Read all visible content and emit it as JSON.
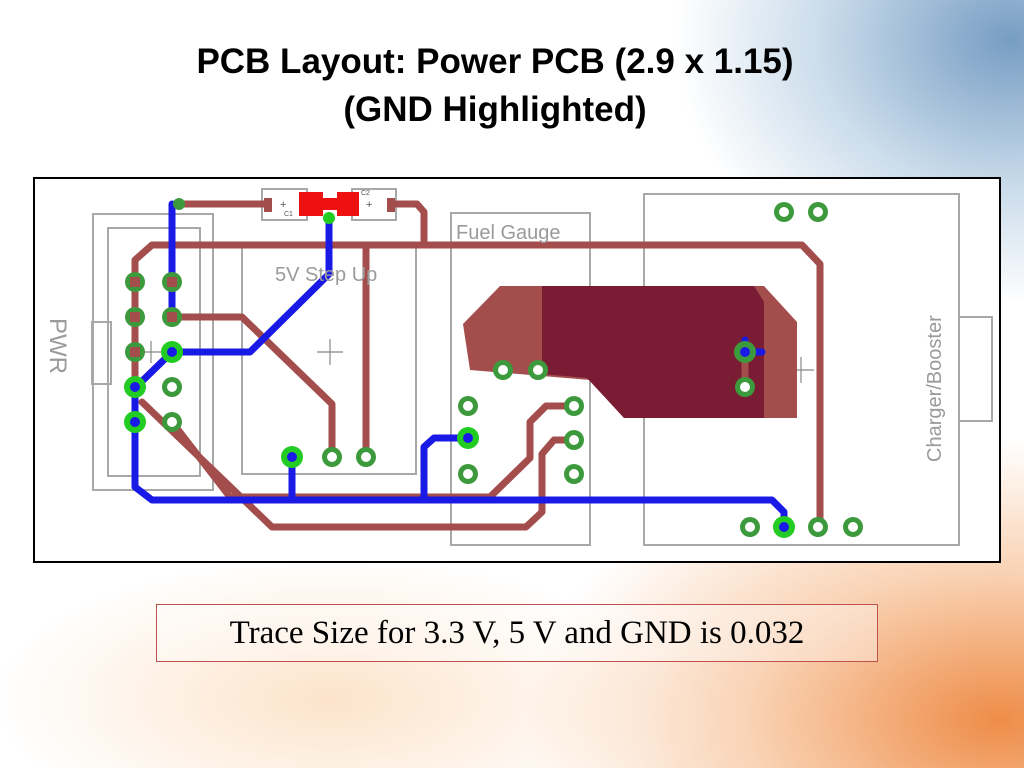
{
  "slide": {
    "title_line1": "PCB Layout: Power PCB (2.9 x 1.15)",
    "title_line2": "(GND Highlighted)",
    "caption": "Trace Size for 3.3 V, 5 V and GND is 0.032"
  },
  "pcb": {
    "labels": {
      "pwr": "PWR",
      "step_up": "5V Step Up",
      "fuel_gauge": "Fuel Gauge",
      "charger": "Charger/Booster",
      "c1": "C1",
      "c2": "C2",
      "plus": "+"
    },
    "colors": {
      "trace_top": "#a34d4d",
      "trace_gnd": "#1a1ae6",
      "pad": "#3c9a3c",
      "pad_gnd": "#22cc22",
      "copper_pour": "#7a1c34",
      "smd_pad": "#ee1111",
      "silkscreen": "#9a9a9a"
    }
  }
}
